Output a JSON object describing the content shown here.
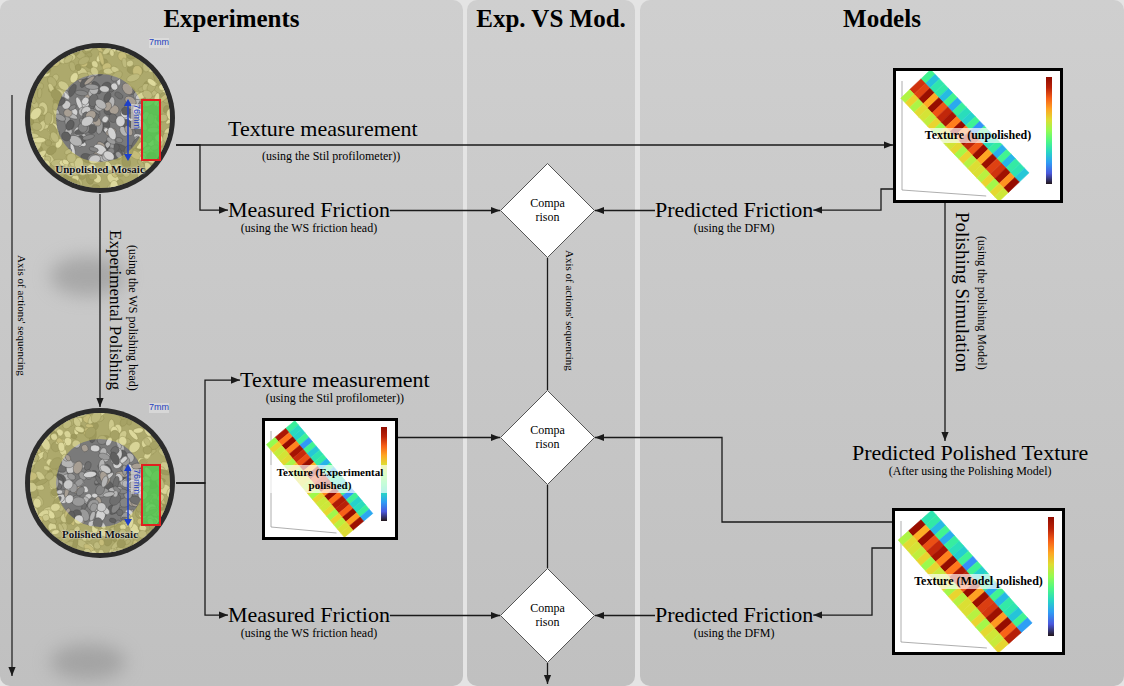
{
  "diagram": {
    "nodes": [
      {
        "text": [
          "Experiments"
        ]
      },
      {
        "text": [
          "Exp. VS Mod."
        ]
      },
      {
        "text": [
          "Models"
        ]
      },
      {
        "text": [
          "Unpolished Mosaic"
        ],
        "in": 0
      },
      {
        "text": [
          "Measured Friction",
          "(using the WS friction head)"
        ],
        "in": 0
      },
      {
        "text": [
          "Compa rison"
        ],
        "in": 1
      },
      {
        "text": [
          "Predicted Friction",
          "(using the DFM)"
        ],
        "in": 2
      },
      {
        "text": [
          "Texture (unpolished)"
        ],
        "in": 2
      },
      {
        "text": [
          "Polished Mosaic"
        ],
        "in": 0
      },
      {
        "text": [
          "Texture measurement",
          "(using the Stil profilometer))"
        ],
        "in": 0
      },
      {
        "text": [
          "Texture (Experimental polished)"
        ],
        "in": 0
      },
      {
        "text": [
          "Compa rison"
        ],
        "in": 1
      },
      {
        "text": [
          "Predicted Polished Texture",
          "(After using the Polishing Model)"
        ],
        "in": 2
      },
      {
        "text": [
          "Texture (Model polished)"
        ],
        "in": 2
      },
      {
        "text": [
          "Measured Friction",
          "(using the WS friction head)"
        ],
        "in": 0
      },
      {
        "text": [
          "Compa rison"
        ],
        "in": 1
      },
      {
        "text": [
          "Predicted Friction",
          "(using the DFM)"
        ],
        "in": 2
      }
    ],
    "edges": [
      {
        "from": 3,
        "to": 7,
        "arrow": "to",
        "label": "Texture measurement"
      },
      {
        "from": 3,
        "to": 4,
        "arrow": "to"
      },
      {
        "from": 4,
        "to": 5,
        "arrow": "to"
      },
      {
        "from": 7,
        "to": 6,
        "arrow": "to"
      },
      {
        "from": 6,
        "to": 5,
        "arrow": "to"
      },
      {
        "from": 3,
        "to": 8,
        "arrow": "to",
        "label": "Experimental Polishing"
      },
      {
        "from": 7,
        "to": 12,
        "arrow": "to",
        "label": "Polishing Simulation"
      },
      {
        "from": 5,
        "to": 11,
        "arrow": "none",
        "label": "Axis of actions' sequencing"
      },
      {
        "from": 8,
        "to": 9,
        "arrow": "to"
      },
      {
        "from": 8,
        "to": 14,
        "arrow": "to"
      },
      {
        "from": 10,
        "to": 11,
        "arrow": "to"
      },
      {
        "from": 13,
        "to": 11,
        "arrow": "to"
      },
      {
        "from": 13,
        "to": 16,
        "arrow": "to"
      },
      {
        "from": 14,
        "to": 15,
        "arrow": "to"
      },
      {
        "from": 16,
        "to": 15,
        "arrow": "to"
      },
      {
        "from": 11,
        "to": 15,
        "arrow": "none"
      }
    ],
    "labels": [
      "7mm",
      "76mm",
      "(using the Stil profilometer))",
      "Axis of actions' sequencing",
      "(using the WS polishing head)",
      "(using the polishing Model)",
      "7mm",
      "76mm"
    ]
  }
}
